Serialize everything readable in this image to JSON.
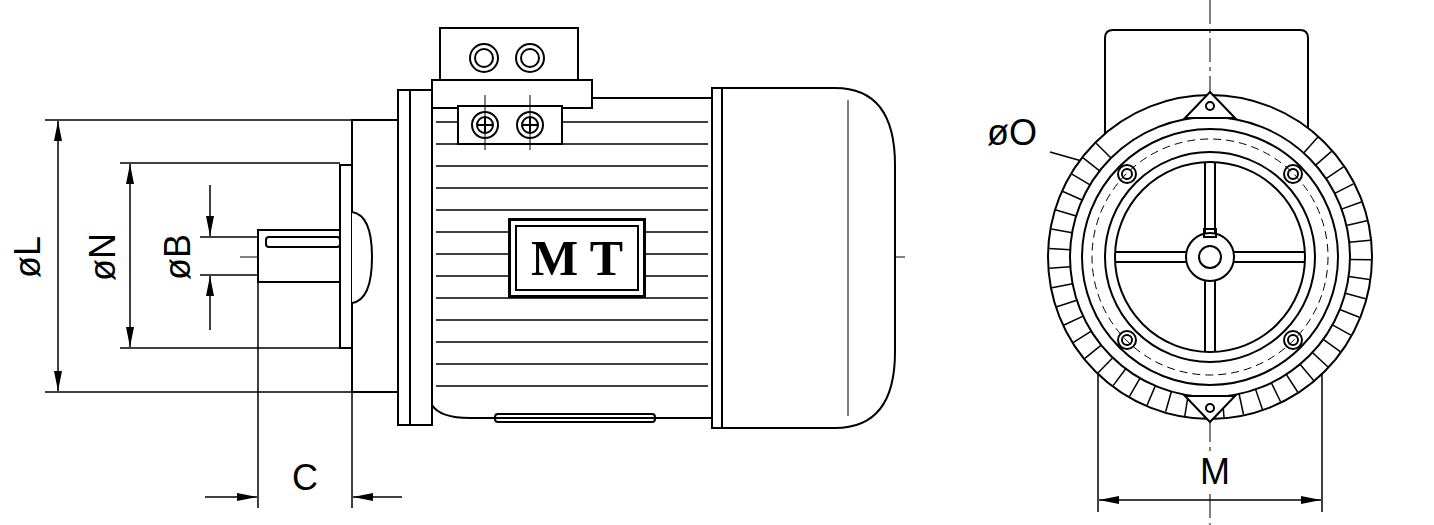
{
  "diagram": {
    "nodes": [
      {
        "text": [
          "M T"
        ]
      }
    ],
    "labels": [
      "øL",
      "øN",
      "øB",
      "C",
      "øO",
      "M"
    ]
  }
}
